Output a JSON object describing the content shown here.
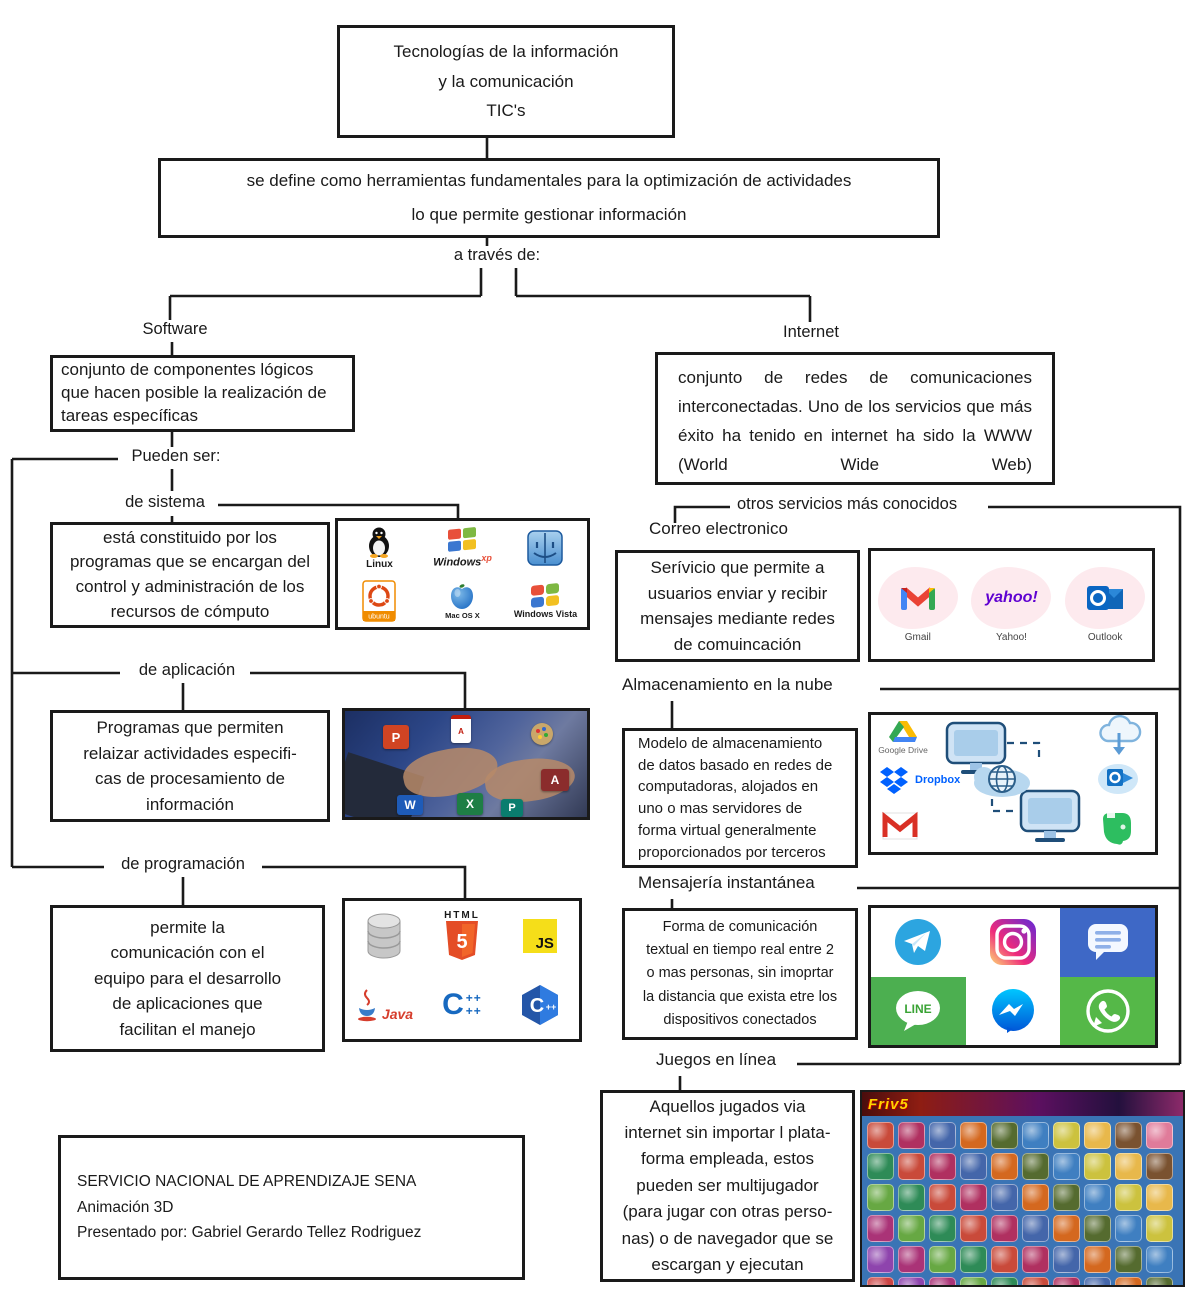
{
  "root": {
    "title": "Tecnologías de la información\ny la comunicación\nTIC's",
    "definition": "se define como herramientas fundamentales para la optimización de actividades\nlo que permite gestionar información",
    "branch_label": "a través de:"
  },
  "software": {
    "label": "Software",
    "definition": "conjunto de componentes lógicos\nque hacen posible la realización de\ntareas específicas",
    "intro": "Pueden ser:",
    "sistema": {
      "label": "de sistema",
      "description": "está constituido por los\nprogramas que se encargan del\ncontrol y administración de los\nrecursos de cómputo"
    },
    "aplicacion": {
      "label": "de aplicación",
      "description": "Programas que permiten\nrelaizar actividades especifi-\ncas de procesamiento de\ninformación"
    },
    "programacion": {
      "label": "de programación",
      "description": "permite la\ncomunicación con el\nequipo para el desarrollo\nde aplicaciones que\nfacilitan el manejo"
    }
  },
  "internet": {
    "label": "Internet",
    "definition": "conjunto de redes de comunicaciones interconectadas. Uno de los servicios que más éxito ha tenido en internet ha sido la WWW (World Wide Web)",
    "services_label": "otros servicios más conocidos",
    "correo": {
      "label": "Correo electronico",
      "description": "Serívicio que permite a\nusuarios enviar y recibir\nmensajes mediante redes\nde comuincación"
    },
    "nube": {
      "label": "Almacenamiento en la nube",
      "description": "Modelo de almacenamiento\nde datos basado en redes de\ncomputadoras, alojados en\nuno o mas servidores de\nforma virtual generalmente\nproporcionados por terceros"
    },
    "mensajeria": {
      "label": "Mensajería instantánea",
      "description": "Forma de comunicación\ntextual en tiempo real entre 2\no mas personas, sin imoprtar\nla distancia que exista etre los\ndispositivos conectados"
    },
    "juegos": {
      "label": "Juegos en línea",
      "description": "Aquellos jugados via\ninternet sin importar l plata-\nforma empleada, estos\npueden ser multijugador\n(para jugar con otras perso-\nnas) o de navegador que se\nescargan y ejecutan"
    }
  },
  "logos": {
    "linux": "Linux",
    "windows": "Windows",
    "xp": "xp",
    "vista": "Vista",
    "ubuntu": "ubuntu",
    "mac_os_x": "Mac OS X",
    "html": "HTML",
    "five": "5",
    "js": "JS",
    "java": "Java",
    "c": "C",
    "plusplus": "++",
    "plusplus2": "++",
    "gmail": "Gmail",
    "yahoo_wordmark": "yahoo!",
    "yahoo": "Yahoo!",
    "outlook": "Outlook",
    "google_drive": "Google Drive",
    "dropbox": "Dropbox",
    "line": "LINE"
  },
  "friv": {
    "header": "Friv5",
    "tiles": 70,
    "palette": [
      "#c94a3a",
      "#e8b84b",
      "#67a843",
      "#3f7fc1",
      "#8e44ad",
      "#d4681f",
      "#4ab8a0",
      "#b03060",
      "#7a5230",
      "#2e8b57",
      "#ccc23e",
      "#aa3377",
      "#556b2f",
      "#cc4444",
      "#4466aa",
      "#e07b9a"
    ]
  },
  "colors": {
    "connector": "#1a1a1a",
    "html5_orange": "#e44d26",
    "js_yellow": "#f5de19",
    "java_red": "#d63d2c",
    "cpp_blue": "#1769c0",
    "yahoo_purple": "#5f01d1",
    "dropbox_blue": "#0061ff",
    "line_green": "#4caf50",
    "whatsapp_green": "#55b848",
    "telegram_blue": "#2ca5e0",
    "evernote_green": "#2dbe60",
    "friv_bg_blue": "#3a74b5"
  },
  "footer": {
    "line1": "SERVICIO NACIONAL DE APRENDIZAJE SENA",
    "line2": "Animación 3D",
    "line3": "Presentado por: Gabriel Gerardo Tellez Rodriguez"
  }
}
